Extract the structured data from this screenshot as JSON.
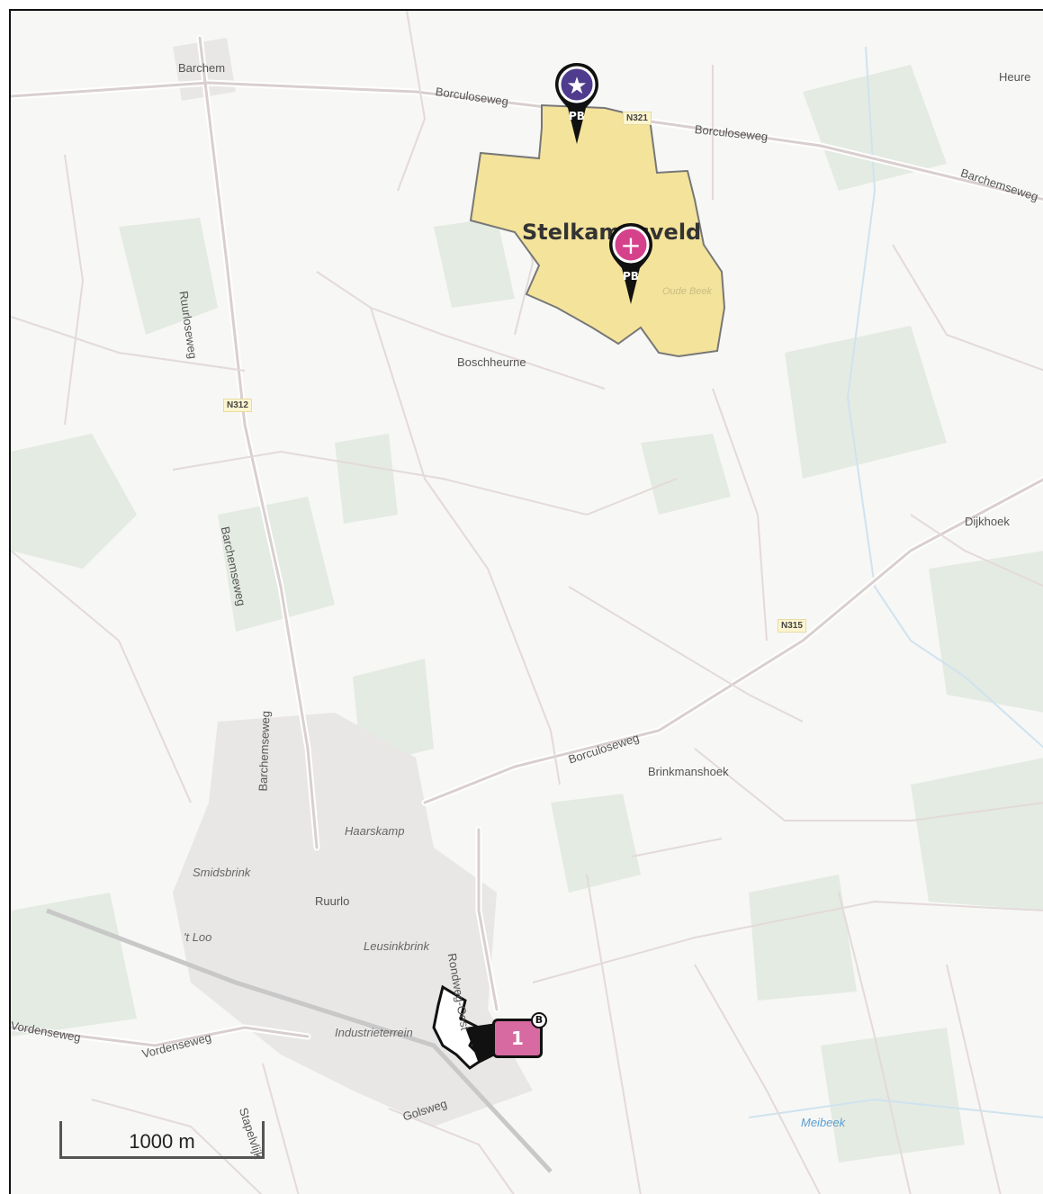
{
  "map": {
    "area": {
      "name": "Stelkampsveld",
      "fill_color": "#f4e39a",
      "stroke_color": "#777777"
    },
    "pins": [
      {
        "id": "pin-purple",
        "symbol": "★",
        "code": "PB",
        "color": "#4f3c8f",
        "icon": "asterisk-icon"
      },
      {
        "id": "pin-pink",
        "symbol": "+",
        "code": "PB",
        "color": "#d6418c",
        "icon": "plus-icon"
      }
    ],
    "site_marker": {
      "number": "1",
      "letter": "B",
      "color": "#d66aa1"
    },
    "places": {
      "barchem": "Barchem",
      "heure": "Heure",
      "boschheurne": "Boschheurne",
      "dijkhoek": "Dijkhoek",
      "brinkmanshoek": "Brinkmanshoek",
      "haarskamp": "Haarskamp",
      "smidsbrink": "Smidsbrink",
      "ruurlo": "Ruurlo",
      "tloo": "'t Loo",
      "leusinkbrink": "Leusinkbrink",
      "industrieterrein": "Industrieterrein"
    },
    "roads": {
      "borculoseweg": "Borculoseweg",
      "barchemseweg": "Barchemseweg",
      "ruurloseweg": "Ruurloseweg",
      "vordenseweg": "Vordenseweg",
      "rondweg_oost": "Rondweg-Oost",
      "stapelvlijk": "Stapelvlijk",
      "golsweg": "Golsweg"
    },
    "shields": {
      "n312": "N312",
      "n315": "N315",
      "n321": "N321"
    },
    "water": {
      "meibeek": "Meibeek",
      "oude_beek": "Oude Beek"
    },
    "scale": {
      "label": "1000 m"
    }
  }
}
